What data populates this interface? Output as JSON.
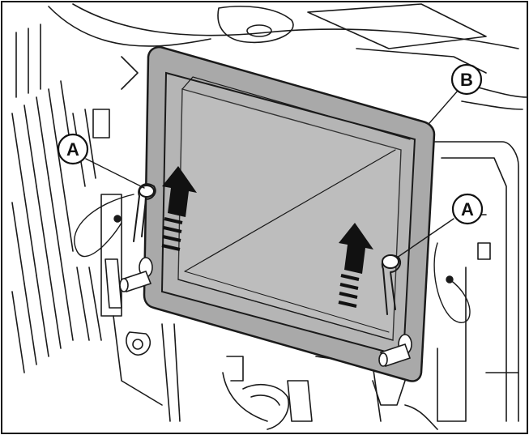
{
  "callouts": {
    "pin_left": "A",
    "pin_right": "A",
    "panel": "B"
  },
  "colors": {
    "frame": "#1a1a1a",
    "panel_fill": "#a9a9a9",
    "panel_inner": "#bdbdbd",
    "arrow": "#111111",
    "line": "#2a2a2a"
  },
  "icons": {
    "direction": "up-arrow-icon",
    "fastener": "hair-pin-clip"
  }
}
